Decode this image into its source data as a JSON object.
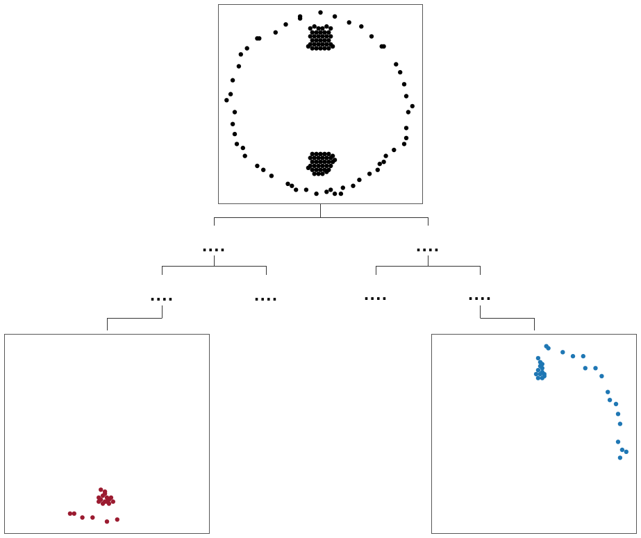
{
  "colors": {
    "root_points": "#000000",
    "left_leaf_points": "#9b1b30",
    "right_leaf_points": "#1f77b4",
    "frame": "#555555",
    "tree_lines": "#333333"
  },
  "tree": {
    "level1": [
      {
        "label": "...."
      },
      {
        "label": "...."
      }
    ],
    "level2": [
      {
        "label": "...."
      },
      {
        "label": "...."
      },
      {
        "label": "...."
      },
      {
        "label": "...."
      }
    ]
  },
  "chart_data": [
    {
      "type": "scatter",
      "panel": "root",
      "xlim": [
        0,
        1
      ],
      "ylim": [
        0,
        1
      ],
      "series": [
        {
          "color": "#000000",
          "points": [
            [
              0.5,
              0.96
            ],
            [
              0.4,
              0.93
            ],
            [
              0.57,
              0.94
            ],
            [
              0.64,
              0.91
            ],
            [
              0.7,
              0.89
            ],
            [
              0.33,
              0.9
            ],
            [
              0.28,
              0.86
            ],
            [
              0.75,
              0.84
            ],
            [
              0.19,
              0.83
            ],
            [
              0.14,
              0.78
            ],
            [
              0.81,
              0.79
            ],
            [
              0.11,
              0.75
            ],
            [
              0.87,
              0.7
            ],
            [
              0.1,
              0.69
            ],
            [
              0.89,
              0.66
            ],
            [
              0.07,
              0.62
            ],
            [
              0.91,
              0.6
            ],
            [
              0.06,
              0.55
            ],
            [
              0.92,
              0.54
            ],
            [
              0.04,
              0.52
            ],
            [
              0.95,
              0.49
            ],
            [
              0.08,
              0.46
            ],
            [
              0.93,
              0.46
            ],
            [
              0.07,
              0.4
            ],
            [
              0.92,
              0.38
            ],
            [
              0.08,
              0.35
            ],
            [
              0.92,
              0.33
            ],
            [
              0.09,
              0.3
            ],
            [
              0.91,
              0.3
            ],
            [
              0.12,
              0.28
            ],
            [
              0.86,
              0.27
            ],
            [
              0.13,
              0.24
            ],
            [
              0.82,
              0.24
            ],
            [
              0.81,
              0.21
            ],
            [
              0.19,
              0.19
            ],
            [
              0.79,
              0.2
            ],
            [
              0.22,
              0.17
            ],
            [
              0.78,
              0.17
            ],
            [
              0.26,
              0.14
            ],
            [
              0.74,
              0.15
            ],
            [
              0.69,
              0.12
            ],
            [
              0.34,
              0.1
            ],
            [
              0.66,
              0.09
            ],
            [
              0.36,
              0.09
            ],
            [
              0.61,
              0.08
            ],
            [
              0.38,
              0.07
            ],
            [
              0.43,
              0.07
            ],
            [
              0.55,
              0.07
            ],
            [
              0.48,
              0.05
            ],
            [
              0.6,
              0.05
            ],
            [
              0.4,
              0.94
            ],
            [
              0.57,
              0.05
            ],
            [
              0.53,
              0.06
            ],
            [
              0.2,
              0.83
            ],
            [
              0.8,
              0.79
            ],
            [
              0.45,
              0.88
            ],
            [
              0.47,
              0.89
            ],
            [
              0.49,
              0.88
            ],
            [
              0.51,
              0.88
            ],
            [
              0.53,
              0.89
            ],
            [
              0.55,
              0.88
            ],
            [
              0.46,
              0.86
            ],
            [
              0.48,
              0.86
            ],
            [
              0.5,
              0.86
            ],
            [
              0.52,
              0.86
            ],
            [
              0.54,
              0.86
            ],
            [
              0.45,
              0.84
            ],
            [
              0.47,
              0.84
            ],
            [
              0.49,
              0.84
            ],
            [
              0.51,
              0.84
            ],
            [
              0.53,
              0.84
            ],
            [
              0.55,
              0.84
            ],
            [
              0.46,
              0.82
            ],
            [
              0.48,
              0.82
            ],
            [
              0.5,
              0.82
            ],
            [
              0.52,
              0.82
            ],
            [
              0.54,
              0.82
            ],
            [
              0.45,
              0.8
            ],
            [
              0.47,
              0.8
            ],
            [
              0.49,
              0.8
            ],
            [
              0.51,
              0.8
            ],
            [
              0.53,
              0.8
            ],
            [
              0.55,
              0.8
            ],
            [
              0.46,
              0.78
            ],
            [
              0.48,
              0.78
            ],
            [
              0.5,
              0.78
            ],
            [
              0.52,
              0.78
            ],
            [
              0.54,
              0.78
            ],
            [
              0.56,
              0.79
            ],
            [
              0.44,
              0.79
            ],
            [
              0.46,
              0.25
            ],
            [
              0.48,
              0.25
            ],
            [
              0.5,
              0.25
            ],
            [
              0.52,
              0.25
            ],
            [
              0.54,
              0.25
            ],
            [
              0.56,
              0.24
            ],
            [
              0.45,
              0.23
            ],
            [
              0.47,
              0.23
            ],
            [
              0.49,
              0.23
            ],
            [
              0.51,
              0.23
            ],
            [
              0.53,
              0.23
            ],
            [
              0.55,
              0.23
            ],
            [
              0.46,
              0.21
            ],
            [
              0.48,
              0.21
            ],
            [
              0.5,
              0.21
            ],
            [
              0.52,
              0.21
            ],
            [
              0.54,
              0.21
            ],
            [
              0.56,
              0.21
            ],
            [
              0.45,
              0.19
            ],
            [
              0.47,
              0.19
            ],
            [
              0.49,
              0.19
            ],
            [
              0.51,
              0.19
            ],
            [
              0.53,
              0.19
            ],
            [
              0.55,
              0.19
            ],
            [
              0.46,
              0.17
            ],
            [
              0.48,
              0.17
            ],
            [
              0.5,
              0.17
            ],
            [
              0.52,
              0.17
            ],
            [
              0.54,
              0.17
            ],
            [
              0.49,
              0.15
            ],
            [
              0.51,
              0.15
            ],
            [
              0.47,
              0.15
            ],
            [
              0.53,
              0.16
            ],
            [
              0.44,
              0.18
            ],
            [
              0.57,
              0.22
            ]
          ]
        }
      ]
    },
    {
      "type": "scatter",
      "panel": "left-leaf",
      "xlim": [
        0,
        1
      ],
      "ylim": [
        0,
        1
      ],
      "series": [
        {
          "color": "#9b1b30",
          "points": [
            [
              0.47,
              0.22
            ],
            [
              0.49,
              0.2
            ],
            [
              0.48,
              0.19
            ],
            [
              0.5,
              0.18
            ],
            [
              0.51,
              0.17
            ],
            [
              0.52,
              0.18
            ],
            [
              0.5,
              0.16
            ],
            [
              0.49,
              0.16
            ],
            [
              0.47,
              0.17
            ],
            [
              0.46,
              0.16
            ],
            [
              0.53,
              0.16
            ],
            [
              0.51,
              0.15
            ],
            [
              0.48,
              0.15
            ],
            [
              0.46,
              0.18
            ],
            [
              0.49,
              0.21
            ],
            [
              0.32,
              0.1
            ],
            [
              0.34,
              0.1
            ],
            [
              0.38,
              0.08
            ],
            [
              0.43,
              0.08
            ],
            [
              0.5,
              0.06
            ],
            [
              0.55,
              0.07
            ]
          ]
        }
      ]
    },
    {
      "type": "scatter",
      "panel": "right-leaf",
      "xlim": [
        0,
        1
      ],
      "ylim": [
        0,
        1
      ],
      "series": [
        {
          "color": "#1f77b4",
          "points": [
            [
              0.57,
              0.93
            ],
            [
              0.56,
              0.94
            ],
            [
              0.64,
              0.91
            ],
            [
              0.69,
              0.89
            ],
            [
              0.74,
              0.89
            ],
            [
              0.75,
              0.83
            ],
            [
              0.8,
              0.83
            ],
            [
              0.83,
              0.79
            ],
            [
              0.52,
              0.88
            ],
            [
              0.53,
              0.86
            ],
            [
              0.54,
              0.85
            ],
            [
              0.53,
              0.84
            ],
            [
              0.54,
              0.83
            ],
            [
              0.52,
              0.82
            ],
            [
              0.54,
              0.81
            ],
            [
              0.55,
              0.8
            ],
            [
              0.53,
              0.8
            ],
            [
              0.51,
              0.8
            ],
            [
              0.52,
              0.78
            ],
            [
              0.54,
              0.78
            ],
            [
              0.55,
              0.79
            ],
            [
              0.86,
              0.71
            ],
            [
              0.87,
              0.67
            ],
            [
              0.9,
              0.65
            ],
            [
              0.91,
              0.6
            ],
            [
              0.92,
              0.55
            ],
            [
              0.91,
              0.46
            ],
            [
              0.93,
              0.42
            ],
            [
              0.95,
              0.41
            ],
            [
              0.92,
              0.38
            ]
          ]
        }
      ]
    }
  ]
}
